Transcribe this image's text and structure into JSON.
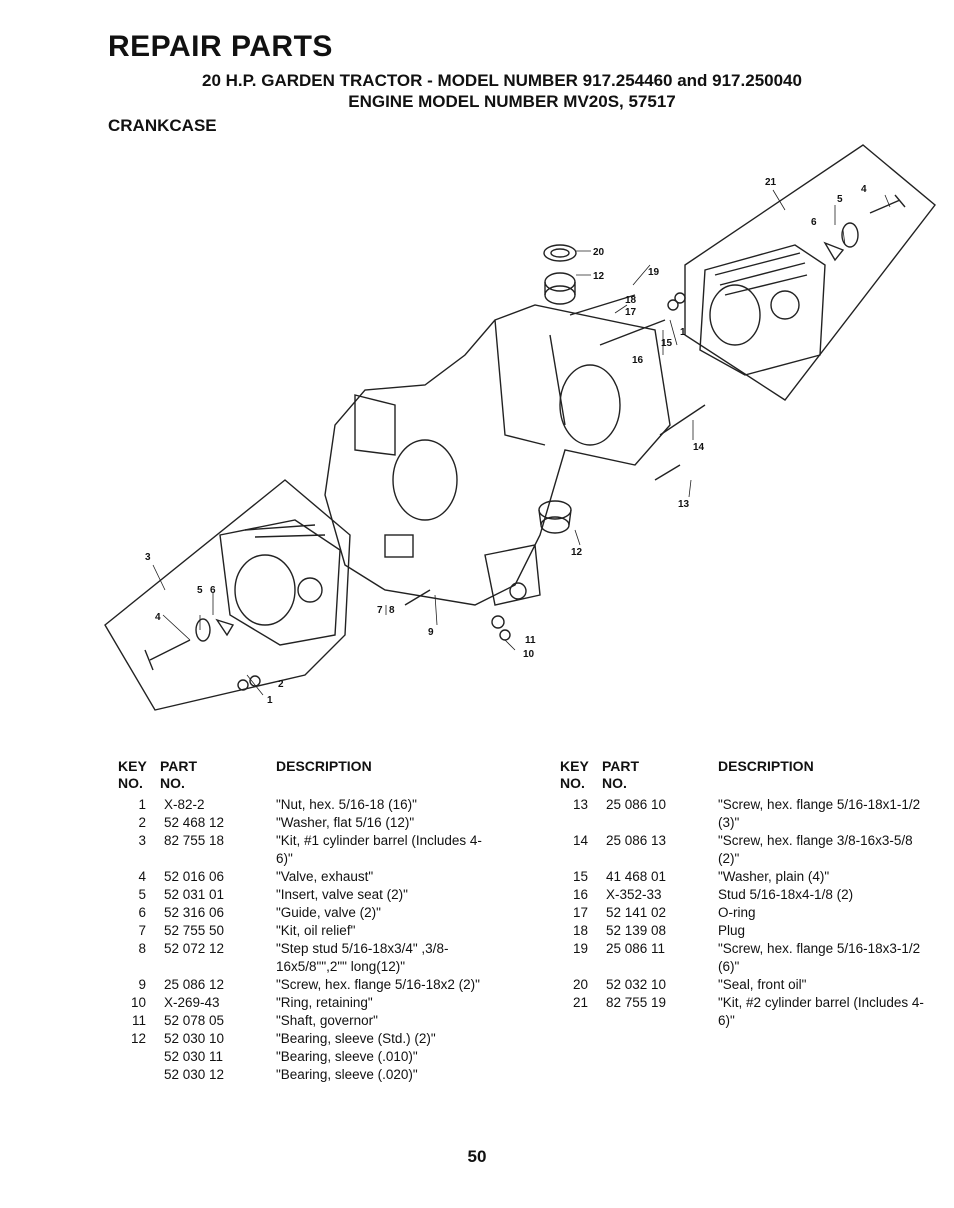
{
  "header": {
    "title": "REPAIR PARTS",
    "subtitle_line1": "20 H.P. GARDEN TRACTOR - MODEL NUMBER 917.254460 and 917.250040",
    "subtitle_line2": "ENGINE MODEL NUMBER MV20S, 57517",
    "section": "CRANKCASE"
  },
  "diagram": {
    "callouts": [
      "21",
      "5",
      "4",
      "6",
      "20",
      "12",
      "19",
      "18",
      "17",
      "1",
      "15",
      "16",
      "14",
      "13",
      "12",
      "3",
      "5",
      "6",
      "4",
      "7",
      "8",
      "9",
      "11",
      "10",
      "2",
      "1"
    ]
  },
  "table_headers": {
    "key_line1": "KEY",
    "key_line2": "NO.",
    "part_line1": "PART",
    "part_line2": "NO.",
    "description": "DESCRIPTION"
  },
  "parts_left": [
    {
      "key": "1",
      "part": "X-82-2",
      "desc": "\"Nut, hex. 5/16-18 (16)\""
    },
    {
      "key": "2",
      "part": "52 468 12",
      "desc": "\"Washer, flat 5/16 (12)\""
    },
    {
      "key": "3",
      "part": "82 755 18",
      "desc": "\"Kit, #1 cylinder barrel (Includes 4-6)\""
    },
    {
      "key": "4",
      "part": "52 016 06",
      "desc": "\"Valve, exhaust\""
    },
    {
      "key": "5",
      "part": "52 031 01",
      "desc": "\"Insert, valve seat (2)\""
    },
    {
      "key": "6",
      "part": "52 316 06",
      "desc": "\"Guide, valve (2)\""
    },
    {
      "key": "7",
      "part": "52 755 50",
      "desc": "\"Kit, oil relief\""
    },
    {
      "key": "8",
      "part": "52 072 12",
      "desc": "\"Step stud 5/16-18x3/4\" ,3/8-16x5/8\"\",2\"\" long(12)\""
    },
    {
      "key": "9",
      "part": "25 086 12",
      "desc": "\"Screw, hex. flange 5/16-18x2 (2)\""
    },
    {
      "key": "10",
      "part": "X-269-43",
      "desc": "\"Ring, retaining\""
    },
    {
      "key": "11",
      "part": "52 078 05",
      "desc": "\"Shaft, governor\""
    },
    {
      "key": "12",
      "part": "52 030 10",
      "desc": "\"Bearing, sleeve (Std.) (2)\""
    },
    {
      "key": "",
      "part": "52 030 11",
      "desc": "\"Bearing, sleeve (.010)\""
    },
    {
      "key": "",
      "part": "52 030 12",
      "desc": "\"Bearing, sleeve (.020)\""
    }
  ],
  "parts_right": [
    {
      "key": "13",
      "part": "25 086 10",
      "desc": "\"Screw, hex. flange 5/16-18x1-1/2 (3)\""
    },
    {
      "key": "14",
      "part": "25 086 13",
      "desc": "\"Screw, hex. flange 3/8-16x3-5/8 (2)\""
    },
    {
      "key": "15",
      "part": "41 468 01",
      "desc": "\"Washer, plain (4)\""
    },
    {
      "key": "16",
      "part": "X-352-33",
      "desc": "Stud 5/16-18x4-1/8 (2)"
    },
    {
      "key": "17",
      "part": "52 141 02",
      "desc": "O-ring"
    },
    {
      "key": "18",
      "part": "52 139 08",
      "desc": "Plug"
    },
    {
      "key": "19",
      "part": "25 086 11",
      "desc": "\"Screw, hex. flange 5/16-18x3-1/2 (6)\""
    },
    {
      "key": "20",
      "part": "52 032 10",
      "desc": "\"Seal, front oil\""
    },
    {
      "key": "21",
      "part": "82 755 19",
      "desc": "\"Kit, #2 cylinder barrel (Includes 4-6)\""
    }
  ],
  "footer": {
    "page_number": "50"
  }
}
